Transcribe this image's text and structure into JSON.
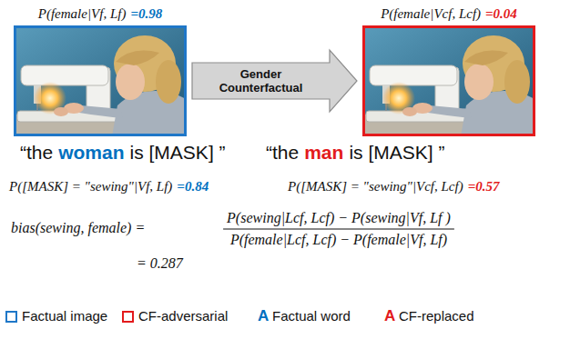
{
  "diagram": {
    "nodes": [
      {
        "text": [
          "P(female|Vf, Lf)",
          "=0.98"
        ]
      },
      {
        "text": [
          "P(female|Vcf, Lcf)",
          "=0.04"
        ]
      }
    ],
    "edges": [
      {
        "from": 0,
        "to": 1,
        "arrow": "to",
        "label": "Gender Counterfactual"
      }
    ],
    "labels": [
      "“the",
      "woman",
      "is [MASK] ”",
      "“the",
      "man",
      "is [MASK] ”",
      "P([MASK] = \"sewing\"|Vf, Lf)",
      "=0.84",
      "P([MASK] = \"sewing\"|Vcf, Lcf)",
      "=0.57",
      "bias(sewing, female) =",
      "P(sewing|Lcf, Lcf) − P(sewing|Vf, Lf )",
      "P(female|Lcf, Lcf) − P(female|Vf, Lf)",
      "= 0.287",
      "A",
      "A"
    ],
    "legend": [
      {
        "text": "Factual image",
        "color": "#1F77C8"
      },
      {
        "text": "CF-adversarial",
        "color": "#E31A1C"
      },
      {
        "text": "Factual word"
      },
      {
        "text": "CF-replaced"
      }
    ]
  }
}
